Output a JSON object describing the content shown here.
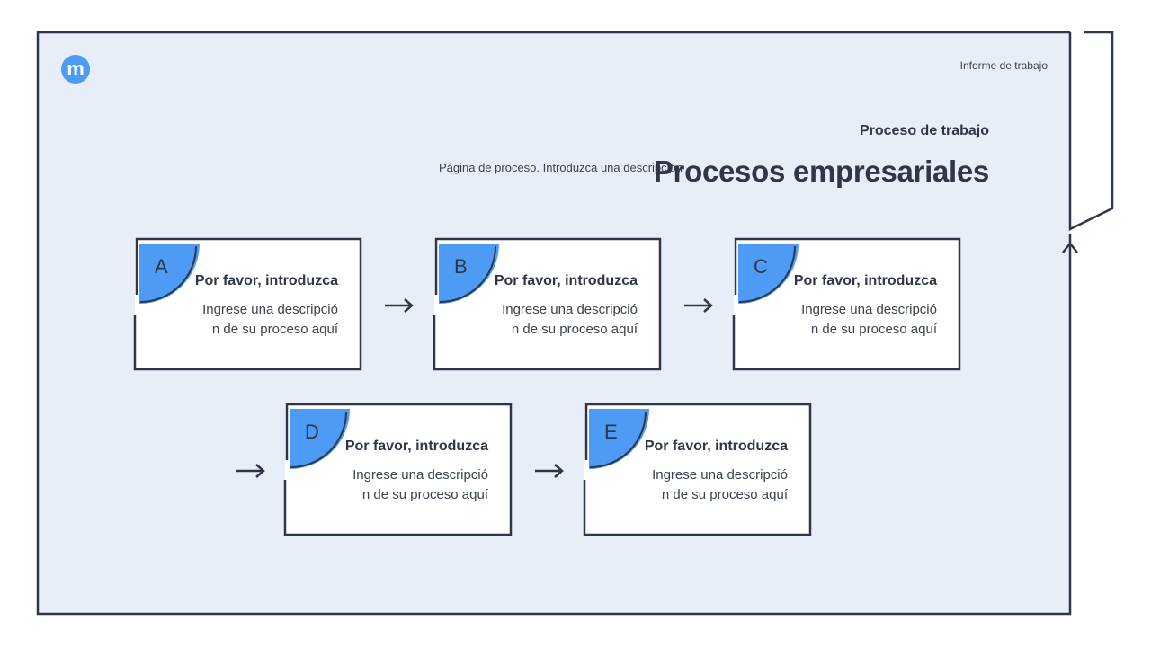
{
  "header": {
    "logo_glyph": "m",
    "report_label": "Informe de trabajo",
    "section_title": "Proceso de trabajo",
    "subtitle": "Página de proceso. Introduzca una descripción",
    "main_title": "Procesos empresariales"
  },
  "colors": {
    "accent": "#4d9bf5",
    "background": "#e8eef8",
    "outline": "#2d3748"
  },
  "steps": [
    {
      "letter": "A",
      "title": "Por favor, introduzca",
      "desc_line1": "Ingrese una descripció",
      "desc_line2": "n de su proceso aquí"
    },
    {
      "letter": "B",
      "title": "Por favor, introduzca",
      "desc_line1": "Ingrese una descripció",
      "desc_line2": "n de su proceso aquí"
    },
    {
      "letter": "C",
      "title": "Por favor, introduzca",
      "desc_line1": "Ingrese una descripció",
      "desc_line2": "n de su proceso aquí"
    },
    {
      "letter": "D",
      "title": "Por favor, introduzca",
      "desc_line1": "Ingrese una descripció",
      "desc_line2": "n de su proceso aquí"
    },
    {
      "letter": "E",
      "title": "Por favor, introduzca",
      "desc_line1": "Ingrese una descripció",
      "desc_line2": "n de su proceso aquí"
    }
  ]
}
